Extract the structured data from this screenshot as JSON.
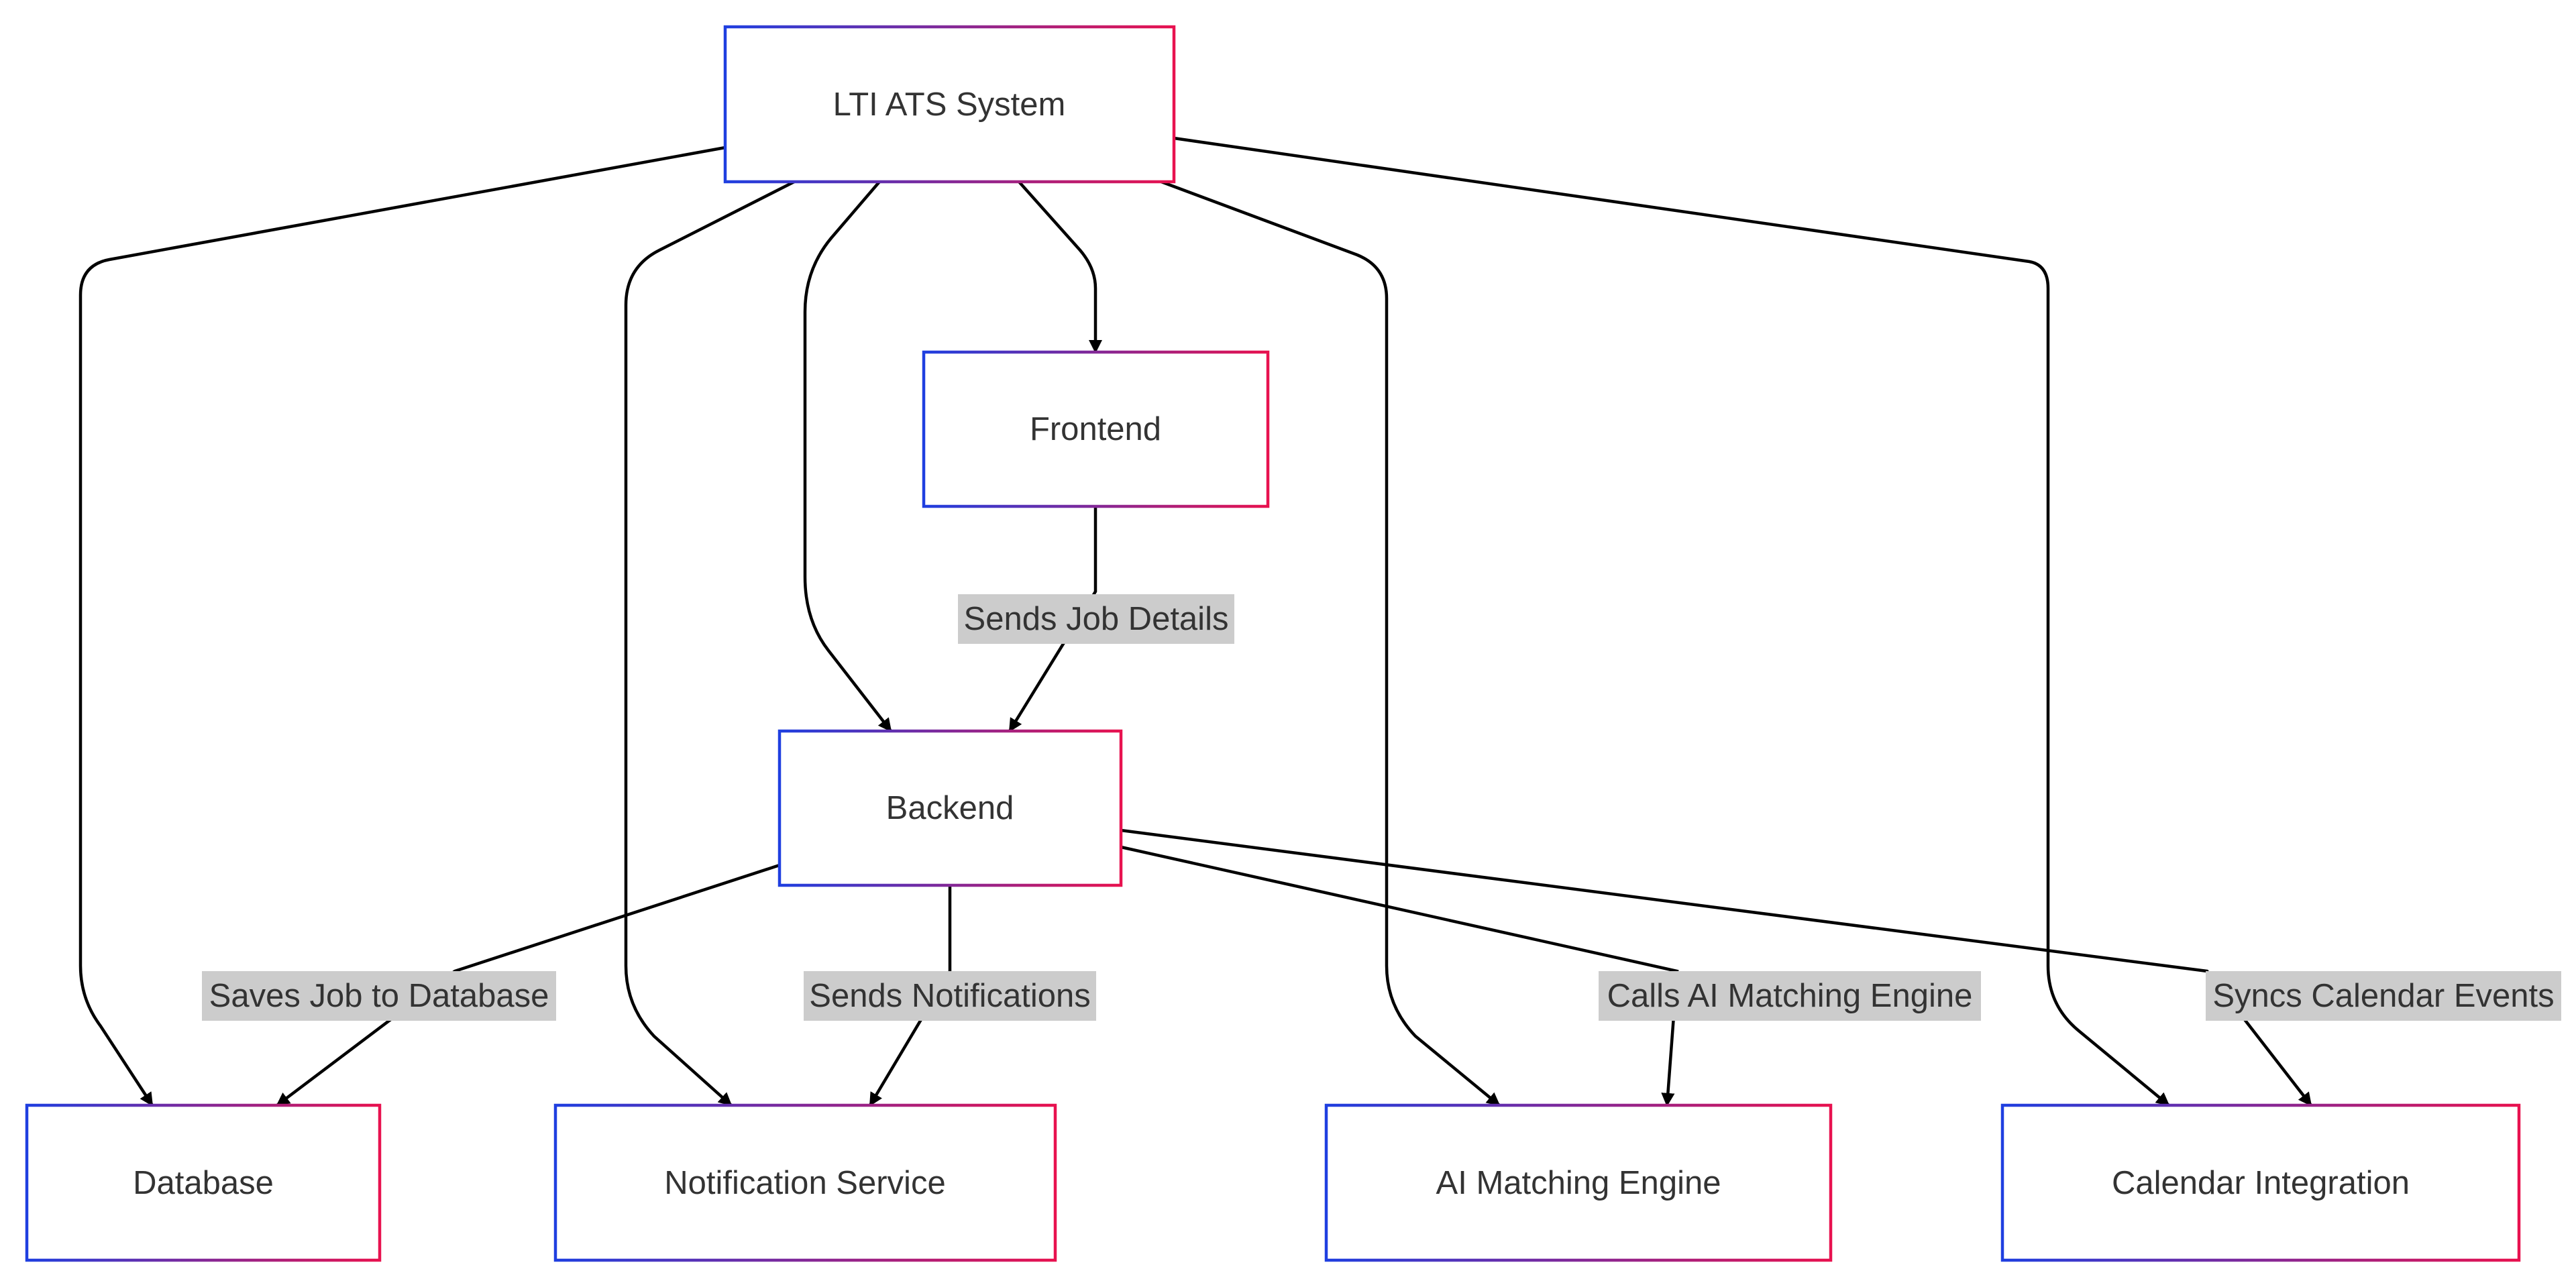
{
  "diagram": {
    "type": "flowchart",
    "colors": {
      "node_border_start": "#1f3fe0",
      "node_border_end": "#e8124f",
      "edge": "#000000",
      "edge_label_bg": "#cccccc",
      "text": "#333333"
    },
    "nodes": {
      "lti": {
        "label": "LTI ATS System"
      },
      "frontend": {
        "label": "Frontend"
      },
      "backend": {
        "label": "Backend"
      },
      "database": {
        "label": "Database"
      },
      "notification": {
        "label": "Notification Service"
      },
      "ai": {
        "label": "AI Matching Engine"
      },
      "calendar": {
        "label": "Calendar Integration"
      }
    },
    "edges": [
      {
        "from": "lti",
        "to": "frontend",
        "label": ""
      },
      {
        "from": "lti",
        "to": "backend",
        "label": ""
      },
      {
        "from": "lti",
        "to": "database",
        "label": ""
      },
      {
        "from": "lti",
        "to": "notification",
        "label": ""
      },
      {
        "from": "lti",
        "to": "ai",
        "label": ""
      },
      {
        "from": "lti",
        "to": "calendar",
        "label": ""
      },
      {
        "from": "frontend",
        "to": "backend",
        "label": "Sends Job Details"
      },
      {
        "from": "backend",
        "to": "database",
        "label": "Saves Job to Database"
      },
      {
        "from": "backend",
        "to": "notification",
        "label": "Sends Notifications"
      },
      {
        "from": "backend",
        "to": "ai",
        "label": "Calls AI Matching Engine"
      },
      {
        "from": "backend",
        "to": "calendar",
        "label": "Syncs Calendar Events"
      }
    ]
  }
}
